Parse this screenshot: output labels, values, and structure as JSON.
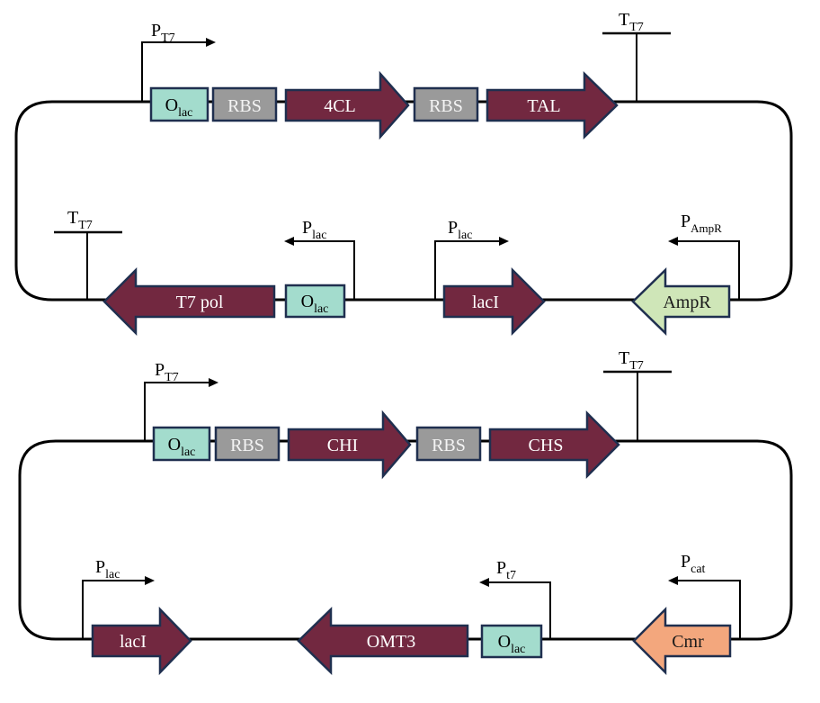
{
  "colors": {
    "gene": "#722840",
    "gene_stroke": "#1f2f4f",
    "operator": "#a3dccd",
    "rbs": "#9a9a9a",
    "ampr": "#cfe6b8",
    "cmr": "#f3a77d",
    "backbone": "#000000"
  },
  "plasmid1": {
    "p_t7": {
      "main": "P",
      "sub": "T7"
    },
    "t_t7_top": {
      "main": "T",
      "sub": "T7"
    },
    "olac_top": {
      "main": "O",
      "sub": "lac"
    },
    "rbs1": "RBS",
    "gene_4cl": "4CL",
    "rbs2": "RBS",
    "gene_tal": "TAL",
    "t_t7_bottom": {
      "main": "T",
      "sub": "T7"
    },
    "gene_t7pol": "T7 pol",
    "olac_bottom": {
      "main": "O",
      "sub": "lac"
    },
    "p_lac_left": {
      "main": "P",
      "sub": "lac"
    },
    "p_lac_right": {
      "main": "P",
      "sub": "lac"
    },
    "gene_laci": "lacI",
    "p_ampr": {
      "main": "P",
      "sub": "AmpR"
    },
    "gene_ampr": "AmpR"
  },
  "plasmid2": {
    "p_t7": {
      "main": "P",
      "sub": "T7"
    },
    "t_t7_top": {
      "main": "T",
      "sub": "T7"
    },
    "olac_top": {
      "main": "O",
      "sub": "lac"
    },
    "rbs1": "RBS",
    "gene_chi": "CHI",
    "rbs2": "RBS",
    "gene_chs": "CHS",
    "p_lac": {
      "main": "P",
      "sub": "lac"
    },
    "gene_laci": "lacI",
    "gene_omt3": "OMT3",
    "p_t7_bottom": {
      "main": "P",
      "sub": "t7"
    },
    "olac_bottom": {
      "main": "O",
      "sub": "lac"
    },
    "p_cat": {
      "main": "P",
      "sub": "cat"
    },
    "gene_cmr": "Cmr"
  }
}
